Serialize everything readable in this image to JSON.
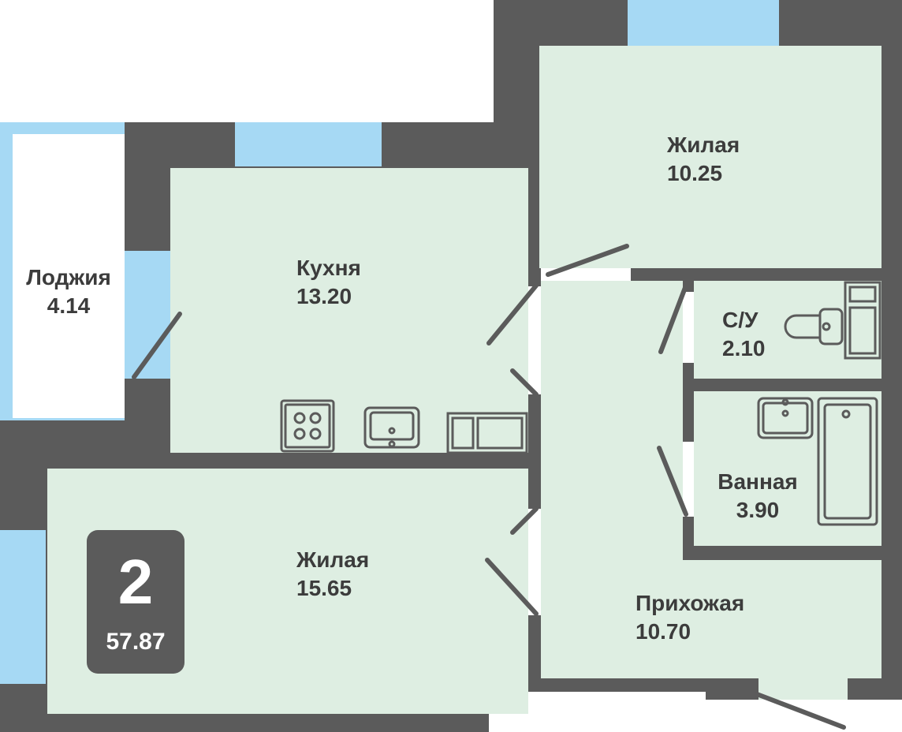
{
  "rooms": {
    "loggia": {
      "name": "Лоджия",
      "area": "4.14"
    },
    "kitchen": {
      "name": "Кухня",
      "area": "13.20"
    },
    "bedroom1": {
      "name": "Жилая",
      "area": "10.25"
    },
    "wc": {
      "name": "С/У",
      "area": "2.10"
    },
    "bathroom": {
      "name": "Ванная",
      "area": "3.90"
    },
    "living": {
      "name": "Жилая",
      "area": "15.65"
    },
    "hallway": {
      "name": "Прихожая",
      "area": "10.70"
    }
  },
  "badge": {
    "rooms": "2",
    "total_area": "57.87"
  },
  "colors": {
    "room_fill": "#deeee2",
    "wall": "#5b5b5b",
    "window": "#a6d9f4",
    "text": "#3c3c3c"
  }
}
